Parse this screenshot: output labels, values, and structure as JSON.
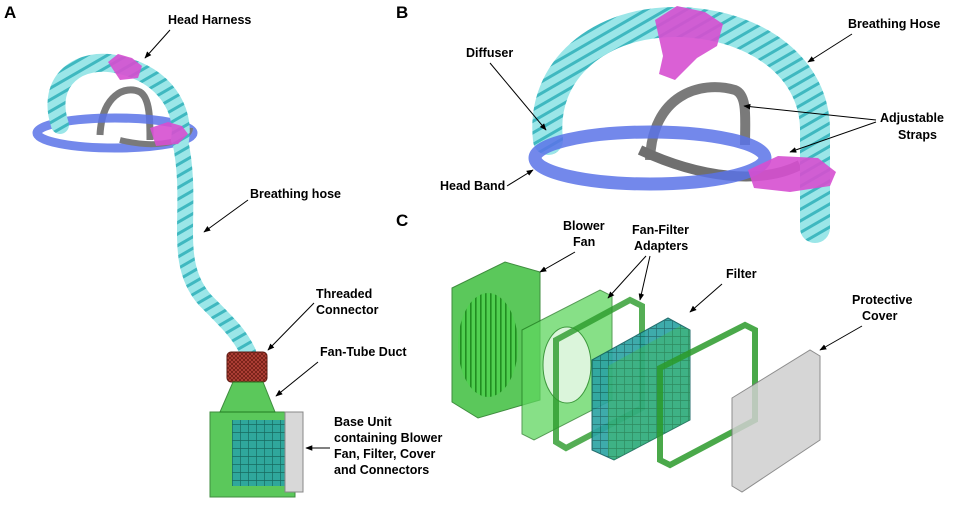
{
  "panels": {
    "a": "A",
    "b": "B",
    "c": "C"
  },
  "labels": {
    "head_harness": "Head Harness",
    "breathing_hose_a": "Breathing hose",
    "threaded_connector": [
      "Threaded",
      "Connector"
    ],
    "fan_tube_duct": "Fan-Tube Duct",
    "base_unit": [
      "Base Unit",
      "containing Blower",
      "Fan, Filter, Cover",
      "and Connectors"
    ],
    "diffuser": "Diffuser",
    "breathing_hose_b": "Breathing Hose",
    "adjustable_straps": [
      "Adjustable",
      "Straps"
    ],
    "head_band": "Head Band",
    "blower_fan": [
      "Blower",
      "Fan"
    ],
    "fan_filter_adapters": [
      "Fan-Filter",
      "Adapters"
    ],
    "filter": "Filter",
    "protective_cover": [
      "Protective",
      "Cover"
    ]
  },
  "colors": {
    "hose": "#8fe3e6",
    "hose_coil": "#3fb8c0",
    "head_band": "#5b73e8",
    "straps": "#7a7a7a",
    "clips": "#d64fd0",
    "green_part": "#3fbf3f",
    "green_dark": "#1e7a1e",
    "filter_teal": "#1f8f8f",
    "connector": "#a33a2a",
    "cover": "#bdbdbd"
  }
}
